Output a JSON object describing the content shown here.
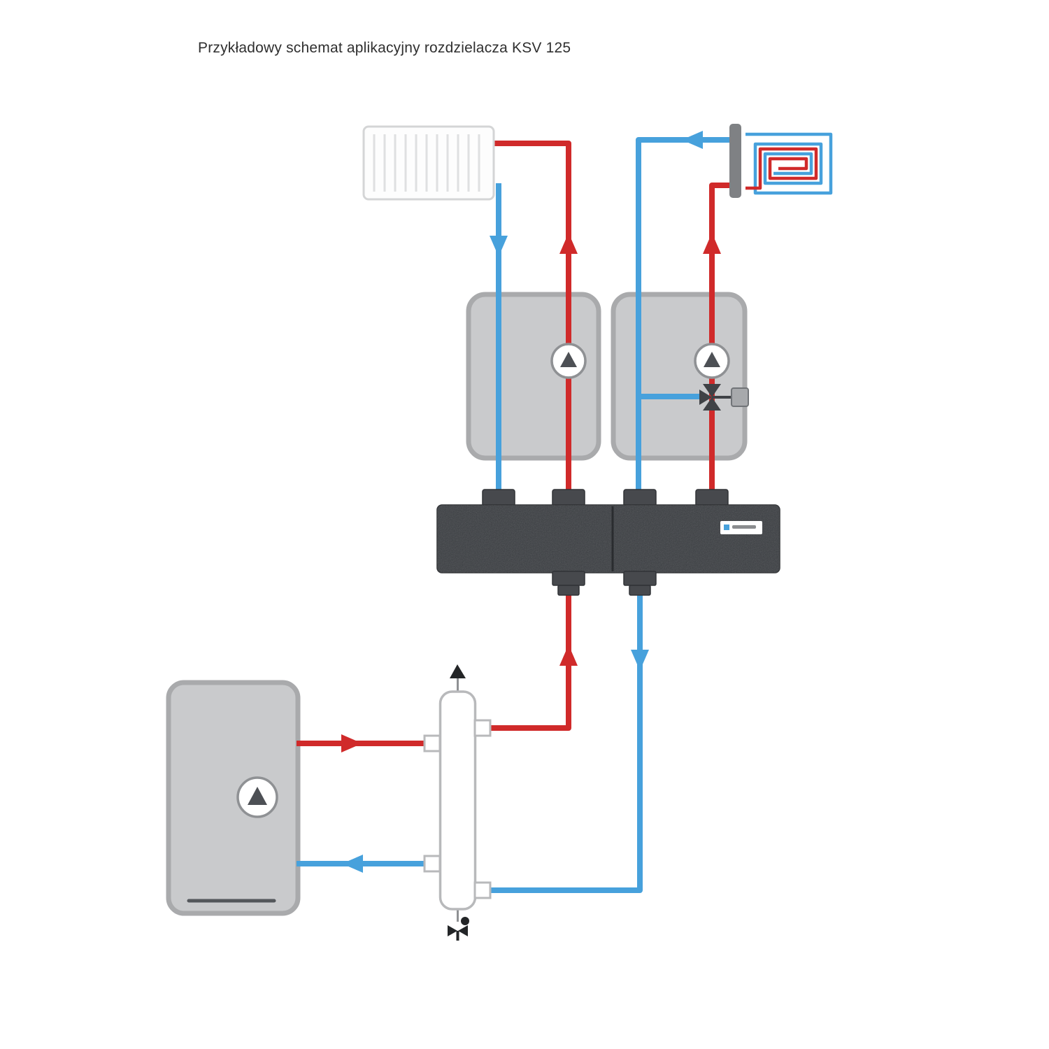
{
  "title": "Przykładowy schemat aplikacyjny rozdzielacza KSV 125",
  "colors": {
    "red": "#d02a2a",
    "blue": "#47a1dc",
    "box_fill": "#c9cacc",
    "box_border": "#a9aaac",
    "manifold": "#3a3d41",
    "metal": "#47494d",
    "outline": "#b8b9bb",
    "pump": "#4d5055",
    "valve": "#3f4246",
    "dark": "#232527"
  },
  "icons": {
    "pump-icon": "circle-with-up-triangle",
    "mixing-valve-icon": "three-way-valve-with-actuator",
    "air-vent-icon": "up-arrow",
    "drain-valve-icon": "drain-cock",
    "radiator-icon": "panel-radiator",
    "floor-heating-icon": "pipe-coil-spiral",
    "flow-arrow-icon": "solid-triangle"
  }
}
